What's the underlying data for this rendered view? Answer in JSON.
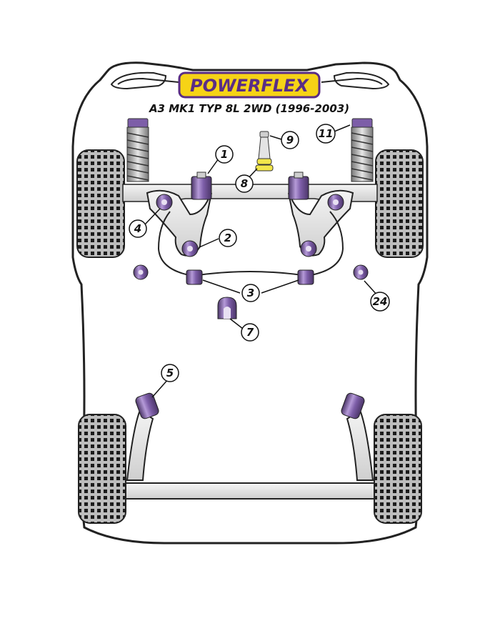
{
  "brand": {
    "name": "POWERFLEX",
    "subtitle": "A3 MK1 TYP 8L 2WD (1996-2003)"
  },
  "colors": {
    "bushing": "#7d5ea8",
    "bushing_light": "#d6c9ea",
    "bushing_dark": "#4b3568",
    "arm": "#e8e8e8",
    "tyre": "#bdbdbd",
    "tyre_block": "#1c1c1c",
    "logo_yellow": "#f6d316",
    "logo_purple": "#5a2d86",
    "bump_stop": "#f2e64a"
  },
  "callouts": [
    {
      "id": "callout-1",
      "label": "1"
    },
    {
      "id": "callout-2",
      "label": "2"
    },
    {
      "id": "callout-3",
      "label": "3"
    },
    {
      "id": "callout-4",
      "label": "4"
    },
    {
      "id": "callout-5",
      "label": "5"
    },
    {
      "id": "callout-7",
      "label": "7"
    },
    {
      "id": "callout-8",
      "label": "8"
    },
    {
      "id": "callout-9",
      "label": "9"
    },
    {
      "id": "callout-11",
      "label": "11"
    },
    {
      "id": "callout-24",
      "label": "24"
    }
  ]
}
